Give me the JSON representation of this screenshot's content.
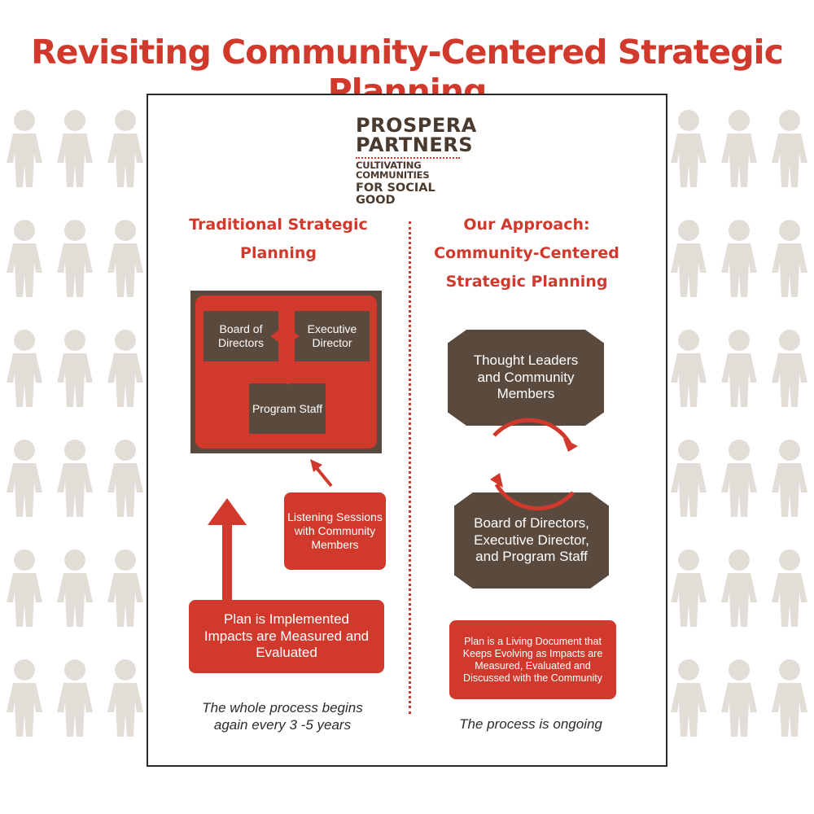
{
  "title": "Revisiting Community-Centered Strategic Planning",
  "colors": {
    "accent": "#d0392b",
    "brown": "#5a4a3e",
    "people": "#e3ddd8"
  },
  "logo": {
    "line1": "PROSPERA",
    "line2": "PARTNERS",
    "tagline1": "CULTIVATING COMMUNITIES",
    "tagline2": "FOR SOCIAL GOOD"
  },
  "traditional": {
    "heading_line1": "Traditional Strategic",
    "heading_line2": "Planning",
    "board": "Board of Directors",
    "executive": "Executive Director",
    "program": "Program Staff",
    "listening": "Listening Sessions with Community Members",
    "plan": "Plan is Implemented Impacts are Measured and Evaluated",
    "caption": "The whole process begins again every 3 -5 years"
  },
  "approach": {
    "heading_line1": "Our Approach:",
    "heading_line2": "Community-Centered",
    "heading_line3": "Strategic Planning",
    "thought_leaders": "Thought Leaders and Community Members",
    "board_exec": "Board of Directors, Executive Director, and Program Staff",
    "living_doc": "Plan is a Living Document that Keeps Evolving as Impacts are Measured, Evaluated and Discussed with the Community",
    "caption": "The process is ongoing"
  }
}
